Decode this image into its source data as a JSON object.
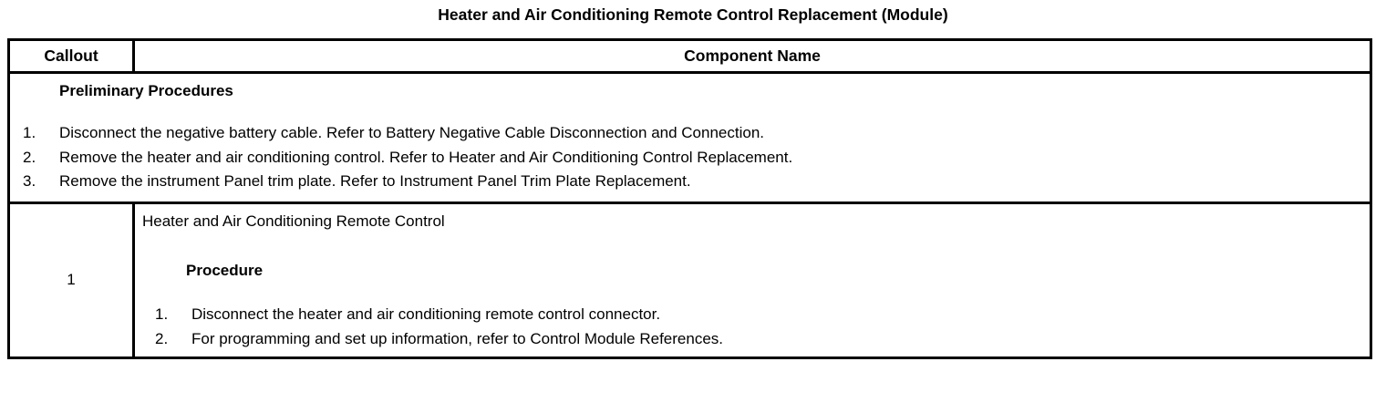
{
  "document": {
    "title": "Heater and Air Conditioning Remote Control Replacement (Module)"
  },
  "table": {
    "headers": {
      "callout": "Callout",
      "component_name": "Component Name"
    },
    "preliminary": {
      "heading": "Preliminary Procedures",
      "steps": [
        {
          "num": "1.",
          "text": "Disconnect the negative battery cable. Refer to Battery Negative Cable Disconnection and Connection."
        },
        {
          "num": "2.",
          "text": "Remove the heater and air conditioning control. Refer to Heater and Air Conditioning Control Replacement."
        },
        {
          "num": "3.",
          "text": "Remove the instrument Panel trim plate. Refer to Instrument Panel Trim Plate Replacement."
        }
      ]
    },
    "rows": [
      {
        "callout": "1",
        "component_name": "Heater and Air Conditioning Remote Control",
        "procedure_heading": "Procedure",
        "procedure_steps": [
          {
            "num": "1.",
            "text": "Disconnect the heater and air conditioning remote control connector."
          },
          {
            "num": "2.",
            "text": "For programming and set up information, refer to Control Module References."
          }
        ]
      }
    ]
  },
  "colors": {
    "border": "#000000",
    "text": "#000000",
    "background": "#ffffff"
  }
}
